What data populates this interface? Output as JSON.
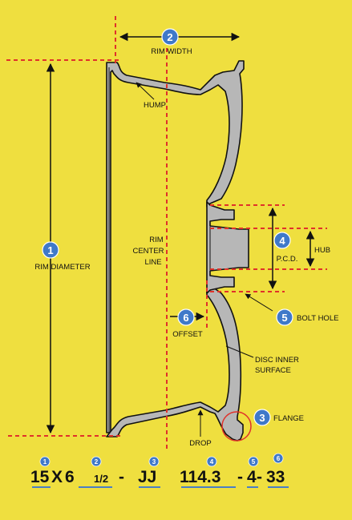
{
  "labels": {
    "rim_width": "RIM WIDTH",
    "hump": "HUMP",
    "rim_diameter": "RIM DIAMETER",
    "rim_center_line_1": "RIM",
    "rim_center_line_2": "CENTER",
    "rim_center_line_3": "LINE",
    "pcd": "P.C.D.",
    "hub": "HUB",
    "bolt_hole": "BOLT HOLE",
    "offset": "OFFSET",
    "disc_inner_surface_1": "DISC INNER",
    "disc_inner_surface_2": "SURFACE",
    "flange": "FLANGE",
    "drop": "DROP"
  },
  "badges": {
    "rim_width": "2",
    "rim_diameter": "1",
    "pcd": "4",
    "bolt_hole": "5",
    "offset": "6",
    "flange": "3"
  },
  "code": {
    "diameter": "15",
    "x": "X",
    "width": "6",
    "fraction": "1/2",
    "dash1": "-",
    "flange": "JJ",
    "pcd": "114.3",
    "dash2": "-",
    "holes": "4",
    "dash3": "-",
    "offset": "33",
    "markers": [
      "1",
      "2",
      "3",
      "4",
      "5",
      "6"
    ]
  },
  "colors": {
    "background": "#efdf3f",
    "guide_line": "#e0322a",
    "badge": "#3f79c9",
    "code_underline": "#4a7fc4",
    "rim_fill": "#b7b7b7"
  }
}
